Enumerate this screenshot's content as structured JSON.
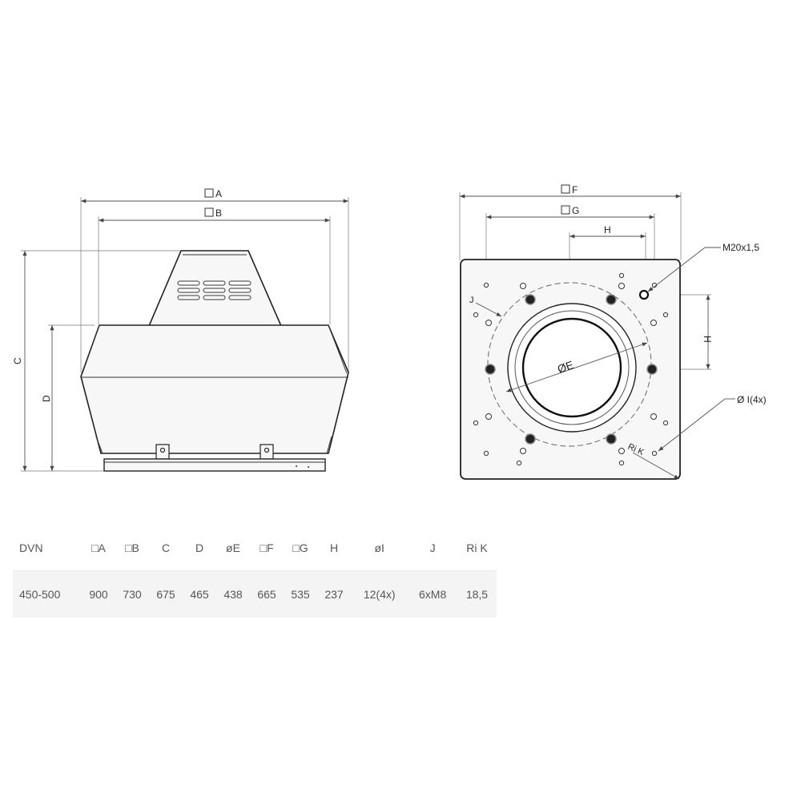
{
  "side_view": {
    "labels": {
      "A": "A",
      "B": "B",
      "C": "C",
      "D": "D"
    }
  },
  "top_view": {
    "labels": {
      "F": "F",
      "G": "G",
      "H_top": "H",
      "H_side": "H",
      "J": "J",
      "E": "ØE",
      "M": "M20x1,5",
      "I": "Ø I(4x)",
      "K": "Ri K"
    }
  },
  "table": {
    "headers": [
      "DVN",
      "□A",
      "□B",
      "C",
      "D",
      "øE",
      "□F",
      "□G",
      "H",
      "øI",
      "J",
      "Ri K"
    ],
    "rows": [
      [
        "450-500",
        "900",
        "730",
        "675",
        "465",
        "438",
        "665",
        "535",
        "237",
        "12(4x)",
        "6xM8",
        "18,5"
      ]
    ]
  }
}
